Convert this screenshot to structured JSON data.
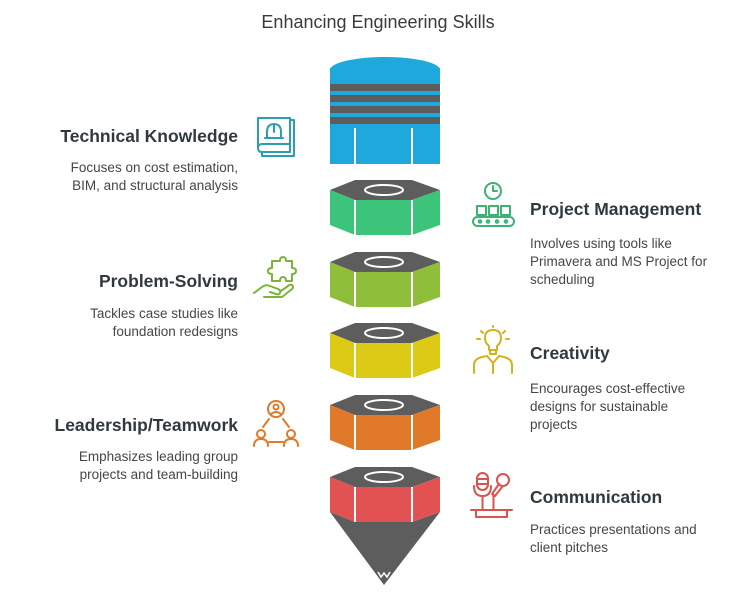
{
  "title": "Enhancing Engineering Skills",
  "colors": {
    "cap": "#1fa8dc",
    "gray": "#5d5d5d",
    "tier_project": "#3cc47a",
    "tier_problem": "#8ebe3a",
    "tier_creativity": "#dcca16",
    "tier_leadership": "#e07a2a",
    "tier_communication": "#e35252",
    "icon_teal": "#2a9fb3",
    "icon_green": "#3cb371",
    "icon_lime": "#7db33a",
    "icon_yellow": "#d4b21a",
    "icon_orange": "#e07a2a",
    "icon_red": "#d9534f"
  },
  "skills": {
    "technical": {
      "heading": "Technical Knowledge",
      "description": "Focuses on cost estimation,\nBIM, and structural analysis",
      "icon": "hard-hat-book-icon"
    },
    "project": {
      "heading": "Project Management",
      "description": "Involves using tools like\nPrimavera and MS Project for\nscheduling",
      "icon": "conveyor-clock-icon"
    },
    "problem": {
      "heading": "Problem-Solving",
      "description": "Tackles case studies like\nfoundation redesigns",
      "icon": "puzzle-hand-icon"
    },
    "creativity": {
      "heading": "Creativity",
      "description": "Encourages cost-effective\ndesigns for sustainable\nprojects",
      "icon": "lightbulb-person-icon"
    },
    "leadership": {
      "heading": "Leadership/Teamwork",
      "description": "Emphasizes leading group\nprojects and team-building",
      "icon": "team-icon"
    },
    "communication": {
      "heading": "Communication",
      "description": "Practices presentations and\nclient pitches",
      "icon": "microphones-icon"
    }
  }
}
